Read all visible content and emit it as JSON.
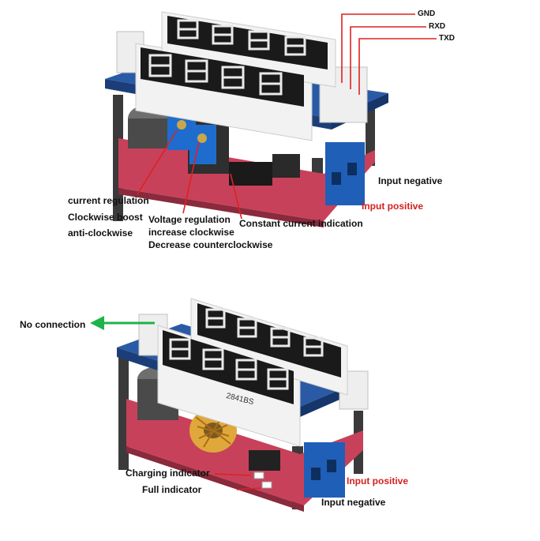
{
  "top": {
    "pins": [
      "GND",
      "RXD",
      "TXD"
    ],
    "current_regulation": "current regulation",
    "clockwise_boost": "Clockwise boost",
    "anti_clockwise": "anti-clockwise",
    "voltage_regulation": "Voltage regulation",
    "increase_clockwise": "increase clockwise",
    "decrease_counterclockwise": "Decrease counterclockwise",
    "constant_current_indication": "Constant current indication",
    "input_negative": "Input negative",
    "input_positive": "Input positive"
  },
  "bottom": {
    "no_connection": "No connection",
    "chip_marking": "2841BS",
    "charging_indicator": "Charging indicator",
    "full_indicator": "Full indicator",
    "input_positive": "Input positive",
    "input_negative": "Input negative"
  },
  "colors": {
    "red_label": "#d42020",
    "pointer_red": "#e02020",
    "pointer_green": "#1db34a",
    "pcb_blue": "#2a5aa6",
    "pcb_red": "#c8415a",
    "terminal_blue": "#1f5fb8"
  }
}
